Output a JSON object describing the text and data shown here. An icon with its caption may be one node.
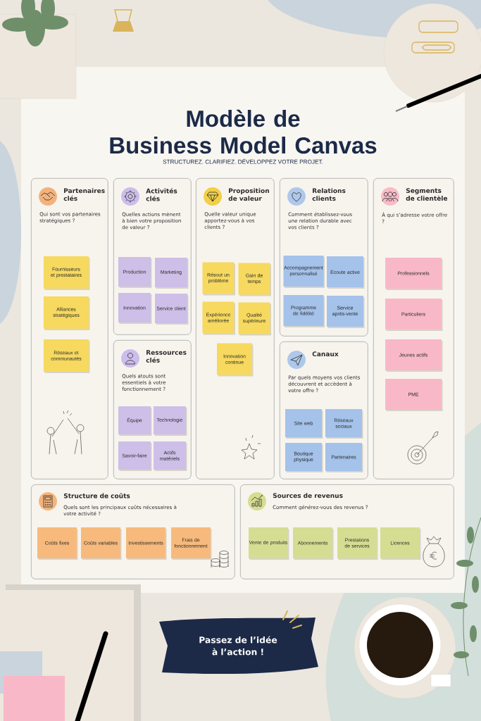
{
  "diagram": {
    "title": "Modèle de Business Model Canvas",
    "nodes": [
      {
        "text": [
          "Partenaires clés",
          "Qui sont vos partenaires stratégiques ?"
        ]
      },
      {
        "text": [
          "Fournisseurs et prestataires"
        ],
        "in": 0
      },
      {
        "text": [
          "Alliances stratégiques"
        ],
        "in": 0
      },
      {
        "text": [
          "Réseaux et communautés"
        ],
        "in": 0
      },
      {
        "text": [
          "Activités clés",
          "Quelles actions mènent à bien votre proposition de valeur ?"
        ]
      },
      {
        "text": [
          "Production"
        ],
        "in": 4
      },
      {
        "text": [
          "Marketing"
        ],
        "in": 4
      },
      {
        "text": [
          "Innovation"
        ],
        "in": 4
      },
      {
        "text": [
          "Service client"
        ],
        "in": 4
      },
      {
        "text": [
          "Ressources clés",
          "Quels atouts sont essentiels à votre fonctionnement ?"
        ]
      },
      {
        "text": [
          "Équipe"
        ],
        "in": 9
      },
      {
        "text": [
          "Technologie"
        ],
        "in": 9
      },
      {
        "text": [
          "Savoir-faire"
        ],
        "in": 9
      },
      {
        "text": [
          "Actifs matériels"
        ],
        "in": 9
      },
      {
        "text": [
          "Proposition de valeur",
          "Quelle valeur unique apportez-vous à vos clients ?"
        ]
      },
      {
        "text": [
          "Résout un problème"
        ],
        "in": 14
      },
      {
        "text": [
          "Gain de temps"
        ],
        "in": 14
      },
      {
        "text": [
          "Expérience améliorée"
        ],
        "in": 14
      },
      {
        "text": [
          "Qualité supérieure"
        ],
        "in": 14
      },
      {
        "text": [
          "Innovation continue"
        ],
        "in": 14
      },
      {
        "text": [
          "Relations clients",
          "Comment établissez-vous une relation durable avec vos clients ?"
        ]
      },
      {
        "text": [
          "Accompagnement personnalisé"
        ],
        "in": 20
      },
      {
        "text": [
          "Écoute active"
        ],
        "in": 20
      },
      {
        "text": [
          "Programme de fidélité"
        ],
        "in": 20
      },
      {
        "text": [
          "Service après-vente"
        ],
        "in": 20
      },
      {
        "text": [
          "Canaux",
          "Par quels moyens vos clients découvrent et accèdent à votre offre ?"
        ]
      },
      {
        "text": [
          "Site web"
        ],
        "in": 25
      },
      {
        "text": [
          "Réseaux sociaux"
        ],
        "in": 25
      },
      {
        "text": [
          "Boutique physique"
        ],
        "in": 25
      },
      {
        "text": [
          "Partenaires"
        ],
        "in": 25
      },
      {
        "text": [
          "Segments de clientèle",
          "À qui s’adresse votre offre ?"
        ]
      },
      {
        "text": [
          "Professionnels"
        ],
        "in": 30
      },
      {
        "text": [
          "Particuliers"
        ],
        "in": 30
      },
      {
        "text": [
          "Jeunes actifs"
        ],
        "in": 30
      },
      {
        "text": [
          "PME"
        ],
        "in": 30
      },
      {
        "text": [
          "Structure de coûts",
          "Quels sont les principaux coûts nécessaires à votre activité ?"
        ]
      },
      {
        "text": [
          "Coûts fixes"
        ],
        "in": 35
      },
      {
        "text": [
          "Coûts variables"
        ],
        "in": 35
      },
      {
        "text": [
          "Investissements"
        ],
        "in": 35
      },
      {
        "text": [
          "Frais de fonctionnement"
        ],
        "in": 35
      },
      {
        "text": [
          "Sources de revenus",
          "Comment générez-vous des revenus ?"
        ]
      },
      {
        "text": [
          "Vente de produits"
        ],
        "in": 40
      },
      {
        "text": [
          "Abonnements"
        ],
        "in": 40
      },
      {
        "text": [
          "Prestations de services"
        ],
        "in": 40
      },
      {
        "text": [
          "Licences"
        ],
        "in": 40
      },
      {
        "text": [
          "Passez de l’idée à l’action !"
        ]
      }
    ],
    "labels": [
      "STRUCTUREZ. CLARIFIEZ. DÉVELOPPEZ VOTRE PROJET."
    ]
  }
}
